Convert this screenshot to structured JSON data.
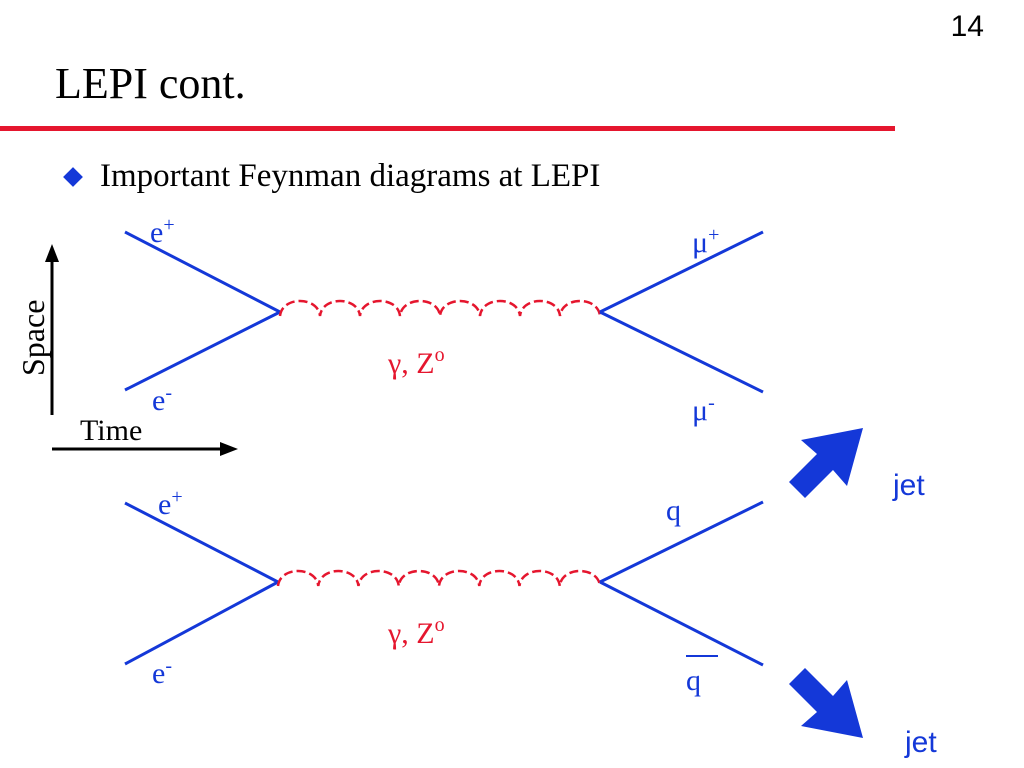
{
  "slide": {
    "page_number": "14",
    "title": "LEPI cont.",
    "bullet": "Important Feynman diagrams at LEPI"
  },
  "axes": {
    "vertical_label": "Space",
    "horizontal_label": "Time"
  },
  "diagram_top": {
    "incoming_top": "e",
    "incoming_top_sup": "+",
    "incoming_bottom": "e",
    "incoming_bottom_sup": "-",
    "propagator": "γ, Z",
    "propagator_sup": "o",
    "outgoing_top": "μ",
    "outgoing_top_sup": "+",
    "outgoing_bottom": "μ",
    "outgoing_bottom_sup": "-"
  },
  "diagram_bottom": {
    "incoming_top": "e",
    "incoming_top_sup": "+",
    "incoming_bottom": "e",
    "incoming_bottom_sup": "-",
    "propagator": "γ, Z",
    "propagator_sup": "o",
    "outgoing_top": "q",
    "outgoing_bottom": "q",
    "jet_top": "jet",
    "jet_bottom": "jet"
  },
  "colors": {
    "fermion_line": "#1438d8",
    "photon_line": "#e5162e",
    "jet_arrow": "#1438d8",
    "title_rule": "#e5162e",
    "axis": "#000000"
  }
}
